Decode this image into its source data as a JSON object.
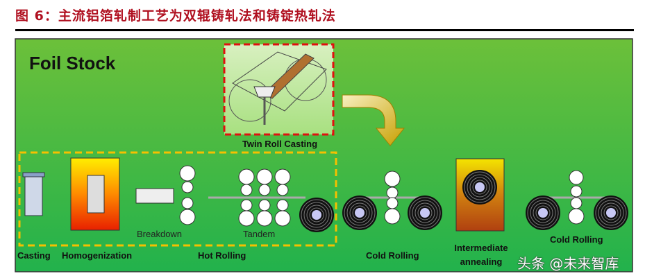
{
  "figure_title": "图 6：主流铝箔轧制工艺为双辊铸轧法和铸锭热轧法",
  "diagram": {
    "heading": "Foil Stock",
    "twin_roll_casting": "Twin Roll Casting",
    "steps": {
      "casting": "Casting",
      "homogenization": "Homogenization",
      "breakdown": "Breakdown",
      "tandem": "Tandem",
      "hot_rolling": "Hot Rolling",
      "cold_rolling_1": "Cold Rolling",
      "intermediate": "Intermediate",
      "annealing": "annealing",
      "cold_rolling_2": "Cold Rolling"
    },
    "colors": {
      "panel": "#2db34a",
      "twin_box": "#e01010",
      "hot_box": "#f5c000",
      "title": "#b01020"
    }
  },
  "watermark": "头条 @未来智库"
}
